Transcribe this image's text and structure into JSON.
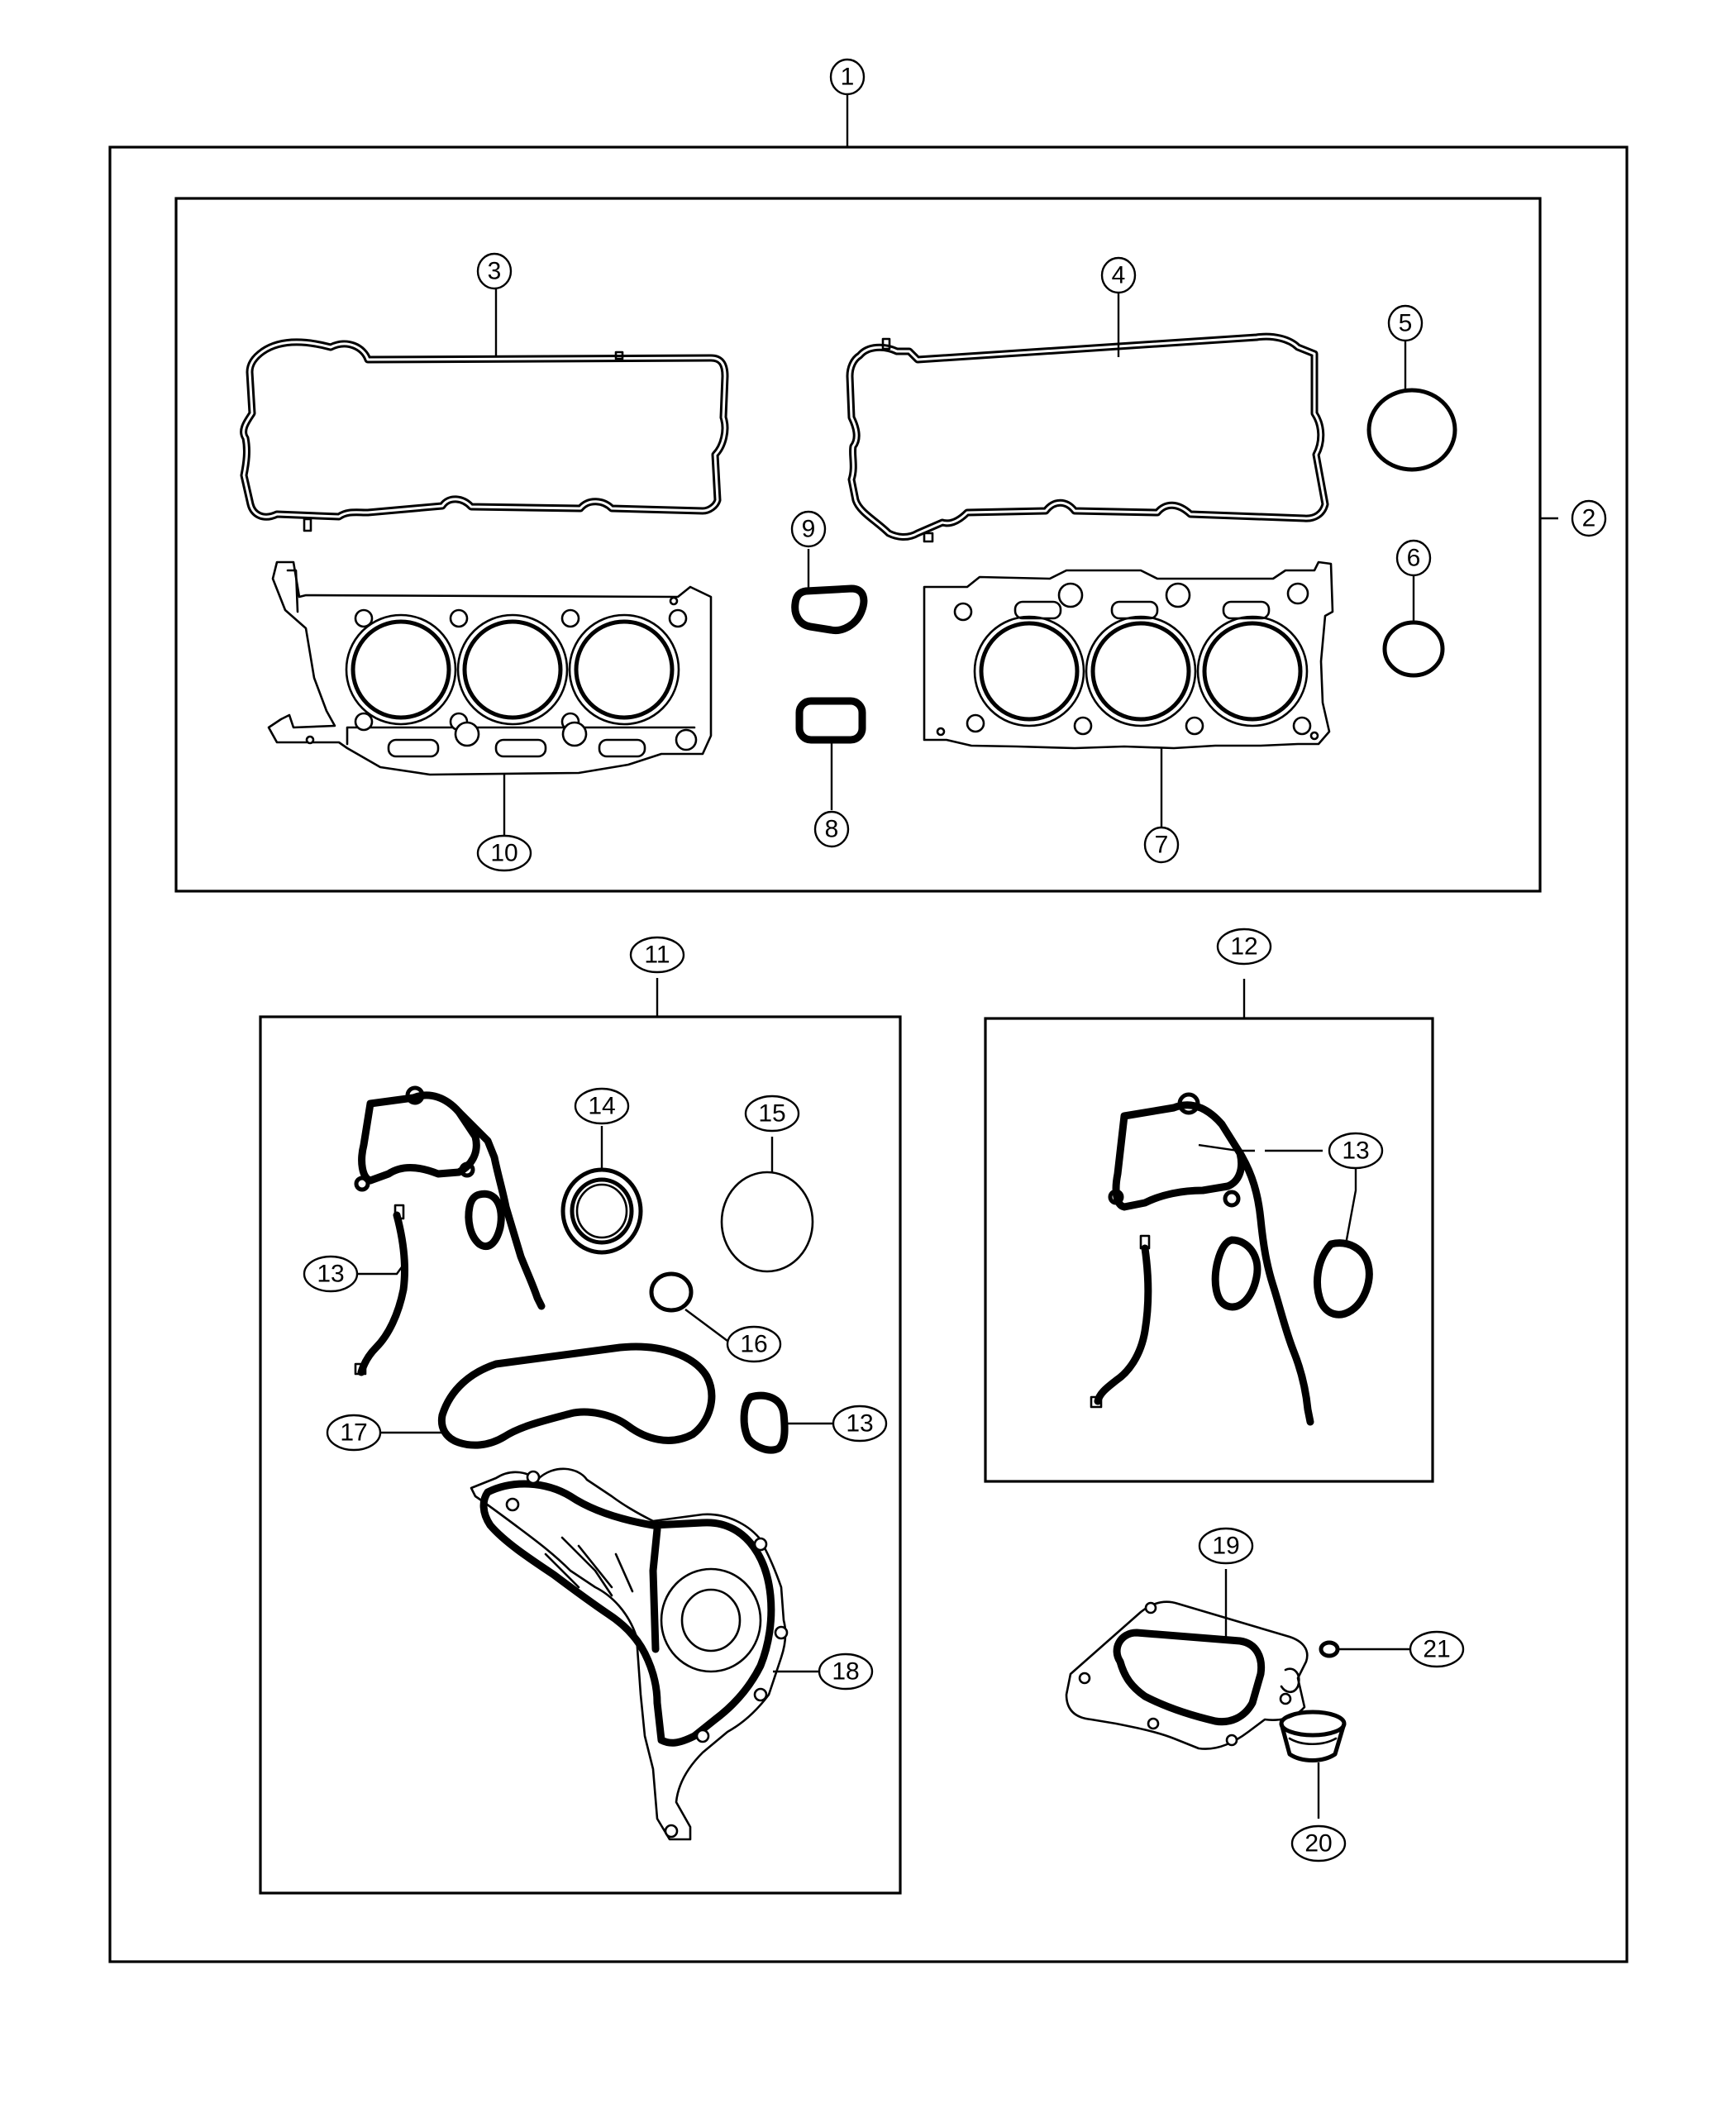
{
  "diagram": {
    "type": "exploded parts diagram (gasket kit)",
    "stroke_color": "#000000",
    "background_color": "#ffffff"
  },
  "callouts": [
    {
      "id": "c1",
      "label": "1"
    },
    {
      "id": "c2",
      "label": "2"
    },
    {
      "id": "c3",
      "label": "3"
    },
    {
      "id": "c4",
      "label": "4"
    },
    {
      "id": "c5",
      "label": "5"
    },
    {
      "id": "c6",
      "label": "6"
    },
    {
      "id": "c7",
      "label": "7"
    },
    {
      "id": "c8",
      "label": "8"
    },
    {
      "id": "c9",
      "label": "9"
    },
    {
      "id": "c10",
      "label": "10"
    },
    {
      "id": "c11",
      "label": "11"
    },
    {
      "id": "c12",
      "label": "12"
    },
    {
      "id": "c13a",
      "label": "13"
    },
    {
      "id": "c13b",
      "label": "13"
    },
    {
      "id": "c13c",
      "label": "13"
    },
    {
      "id": "c14",
      "label": "14"
    },
    {
      "id": "c15",
      "label": "15"
    },
    {
      "id": "c16",
      "label": "16"
    },
    {
      "id": "c17",
      "label": "17"
    },
    {
      "id": "c18",
      "label": "18"
    },
    {
      "id": "c19",
      "label": "19"
    },
    {
      "id": "c20",
      "label": "20"
    },
    {
      "id": "c21",
      "label": "21"
    }
  ]
}
